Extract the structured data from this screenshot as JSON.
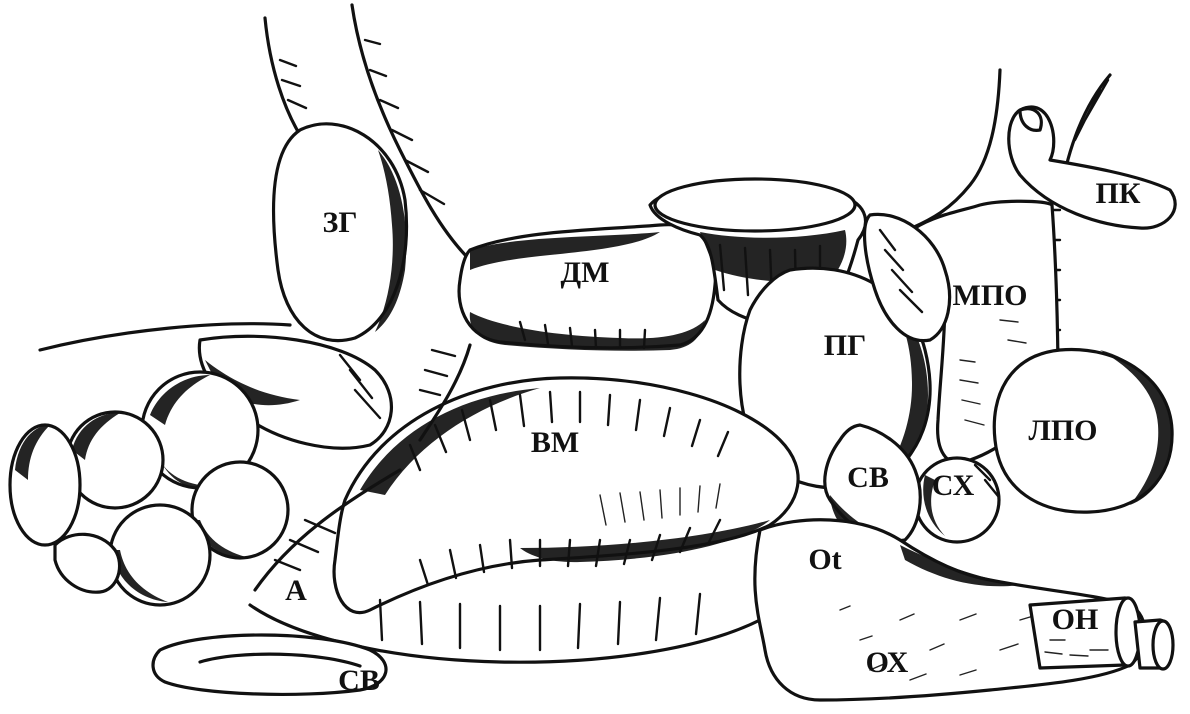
{
  "figure": {
    "labels": {
      "zg": "ЗГ",
      "dm": "ДМ",
      "pk": "ПК",
      "mpo": "МПО",
      "pg": "ПГ",
      "lpo": "ЛПО",
      "vm": "ВМ",
      "sv_mid": "СВ",
      "sx": "СХ",
      "ot": "Ot",
      "a": "А",
      "on": "ОН",
      "ox": "ОХ",
      "sv_bottom": "СВ"
    }
  }
}
